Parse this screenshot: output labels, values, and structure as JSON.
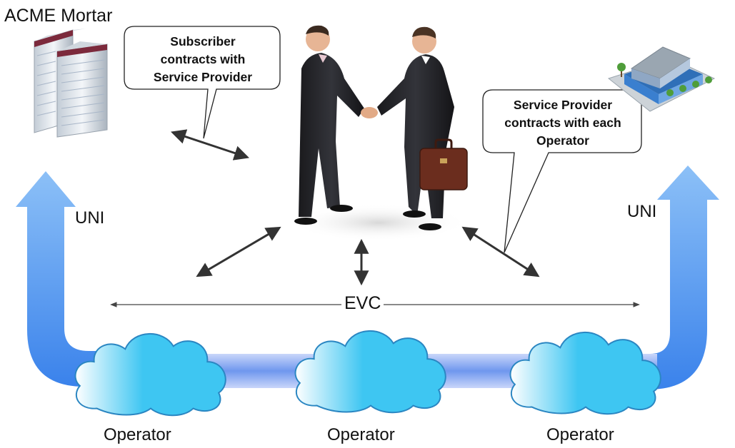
{
  "company": {
    "name": "ACME Mortar"
  },
  "callouts": {
    "subscriber": [
      "Subscriber",
      "contracts with",
      "Service Provider"
    ],
    "provider": [
      "Service Provider",
      "contracts with each",
      "Operator"
    ]
  },
  "uni": {
    "left": "UNI",
    "right": "UNI"
  },
  "evc": {
    "label": "EVC"
  },
  "operators": [
    "Operator",
    "Operator",
    "Operator"
  ],
  "icons": [
    "office-tower-icon",
    "suburban-office-icon",
    "businessmen-handshake-icon",
    "cloud-icon"
  ],
  "colors": {
    "uni_arrow_top": "#7db6f5",
    "uni_arrow_bottom": "#3e85ec",
    "cloud": "#3ec6f2",
    "cloud_light": "#ffffff",
    "link_band": "#7aa3ef",
    "connector": "#333333",
    "text": "#111111"
  }
}
